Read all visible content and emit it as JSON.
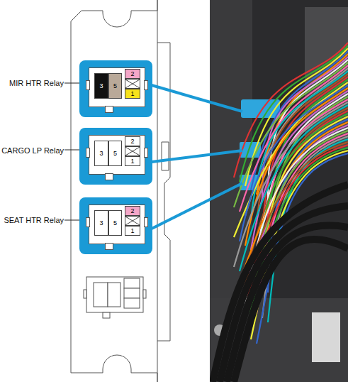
{
  "diagram": {
    "nodes": [
      {
        "text": [
          "MIR HTR Relay",
          "3",
          "5",
          "2",
          "1"
        ]
      },
      {
        "text": [
          "CARGO LP Relay",
          "3",
          "5",
          "2",
          "1"
        ]
      },
      {
        "text": [
          "SEAT HTR Relay",
          "3",
          "5",
          "2",
          "1"
        ]
      }
    ]
  }
}
